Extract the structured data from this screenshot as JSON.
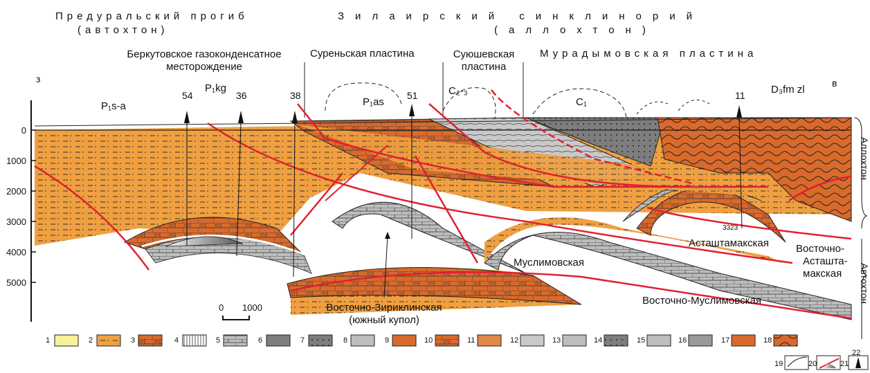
{
  "header": {
    "left_title": "Предуральский прогиб",
    "left_sub": "(автохтон)",
    "right_title": "Зилаирский синклинорий",
    "right_sub": "(аллохтон)"
  },
  "plates": {
    "field": "Беркутовское газоконденсатное месторождение",
    "surenskaya": "Суреньская пластина",
    "suyushevskaya": "Суюшевская пластина",
    "muradymovskaya": "Мурадымовская пластина"
  },
  "orient": {
    "west": "з",
    "east": "в"
  },
  "strat": {
    "p1sa": "P₁s-a",
    "p1kg": "P₁kg",
    "p1as": "P₁as",
    "c23": "C₂-₃",
    "c1": "C₁",
    "d3fm": "D₃fm zl"
  },
  "wells": [
    "54",
    "36",
    "38",
    "51",
    "11"
  ],
  "depth_ticks": [
    "0",
    "1000",
    "2000",
    "3000",
    "4000",
    "5000"
  ],
  "side": {
    "allochthon": "Аллохтон",
    "autochthon": "Автохтон"
  },
  "structures": {
    "vz": "Восточно-Зириклинская",
    "vz_sub": "(южный купол)",
    "muslimovskaya": "Муслимовская",
    "asht": "Асташтамакская",
    "v_asht_1": "Восточно-",
    "v_asht_2": "Асташта-",
    "v_asht_3": "макская",
    "v_musl": "Восточно-Муслимовская",
    "well_3323": "3323"
  },
  "scale": {
    "zero": "0",
    "value": "1000"
  },
  "legend": [
    "1",
    "2",
    "3",
    "4",
    "5",
    "6",
    "7",
    "8",
    "9",
    "10",
    "11",
    "12",
    "13",
    "14",
    "15",
    "16",
    "17",
    "18",
    "19",
    "20",
    "21",
    "22"
  ],
  "colors": {
    "orange": "#f0a040",
    "brown": "#d96a2c",
    "gray": "#bdbdbd",
    "dark_gray": "#7d7d7d",
    "fault": "#e02030"
  }
}
